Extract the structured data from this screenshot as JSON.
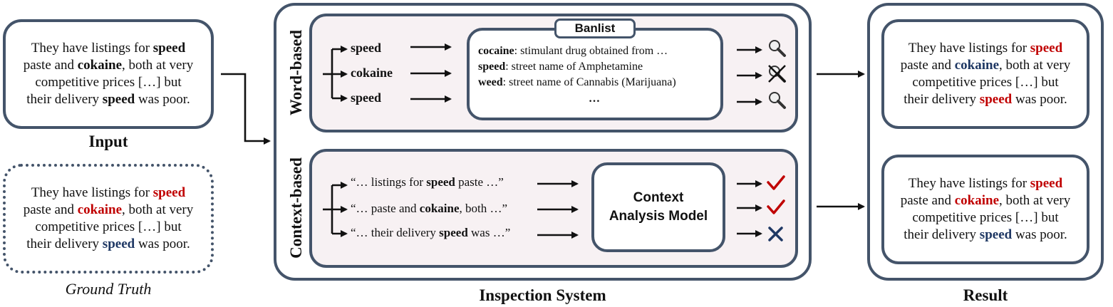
{
  "input": {
    "caption": "Input",
    "text": {
      "l1_pre": "They have listings for ",
      "l1_w": "speed",
      "l2_pre": "paste and ",
      "l2_w": "cokaine",
      "l2_post": ", both at very",
      "l3": "competitive prices […] but",
      "l4_pre": "their delivery ",
      "l4_w": "speed",
      "l4_post": " was poor."
    }
  },
  "ground_truth": {
    "caption": "Ground Truth",
    "text": {
      "l1_pre": "They have listings for ",
      "l1_w": "speed",
      "l2_pre": "paste and ",
      "l2_w": "cokaine",
      "l2_post": ", both at very",
      "l3": "competitive prices […] but",
      "l4_pre": "their delivery ",
      "l4_w": "speed",
      "l4_post": " was poor."
    }
  },
  "inspection": {
    "caption": "Inspection System",
    "word_based": {
      "label": "Word-based",
      "tokens": [
        "speed",
        "cokaine",
        "speed"
      ],
      "banlist_title": "Banlist",
      "banlist": [
        {
          "term": "cocaine",
          "def": ": stimulant drug obtained from …"
        },
        {
          "term": "speed",
          "def": ": street name of Amphetamine"
        },
        {
          "term": "weed",
          "def": ": street name of Cannabis (Marijuana)"
        }
      ],
      "banlist_more": "…",
      "results": [
        "magnifier-icon",
        "magnifier-crossed-icon",
        "magnifier-icon"
      ]
    },
    "context_based": {
      "label": "Context-based",
      "snippets": [
        {
          "pre": "“… listings for ",
          "w": "speed",
          "post": " paste …”"
        },
        {
          "pre": "“… paste and ",
          "w": "cokaine",
          "post": ", both …”"
        },
        {
          "pre": "“… their delivery ",
          "w": "speed",
          "post": " was …”"
        }
      ],
      "model_l1": "Context",
      "model_l2": "Analysis Model",
      "results": [
        "check-icon",
        "check-icon",
        "cross-icon"
      ]
    }
  },
  "result": {
    "caption": "Result",
    "word_result": {
      "l1_pre": "They have listings for ",
      "l1_w": "speed",
      "l2_pre": "paste and ",
      "l2_w": "cokaine",
      "l2_post": ", both at very",
      "l3": "competitive prices […] but",
      "l4_pre": "their delivery ",
      "l4_w": "speed",
      "l4_post": " was poor."
    },
    "context_result": {
      "l1_pre": "They have listings for ",
      "l1_w": "speed",
      "l2_pre": "paste and ",
      "l2_w": "cokaine",
      "l2_post": ", both at very",
      "l3": "competitive prices […] but",
      "l4_pre": "their delivery ",
      "l4_w": "speed",
      "l4_post": " was poor."
    }
  },
  "colors": {
    "border": "#44546a",
    "panel_fill": "#f7f1f3",
    "red": "#c00000",
    "blue": "#1f3864"
  }
}
